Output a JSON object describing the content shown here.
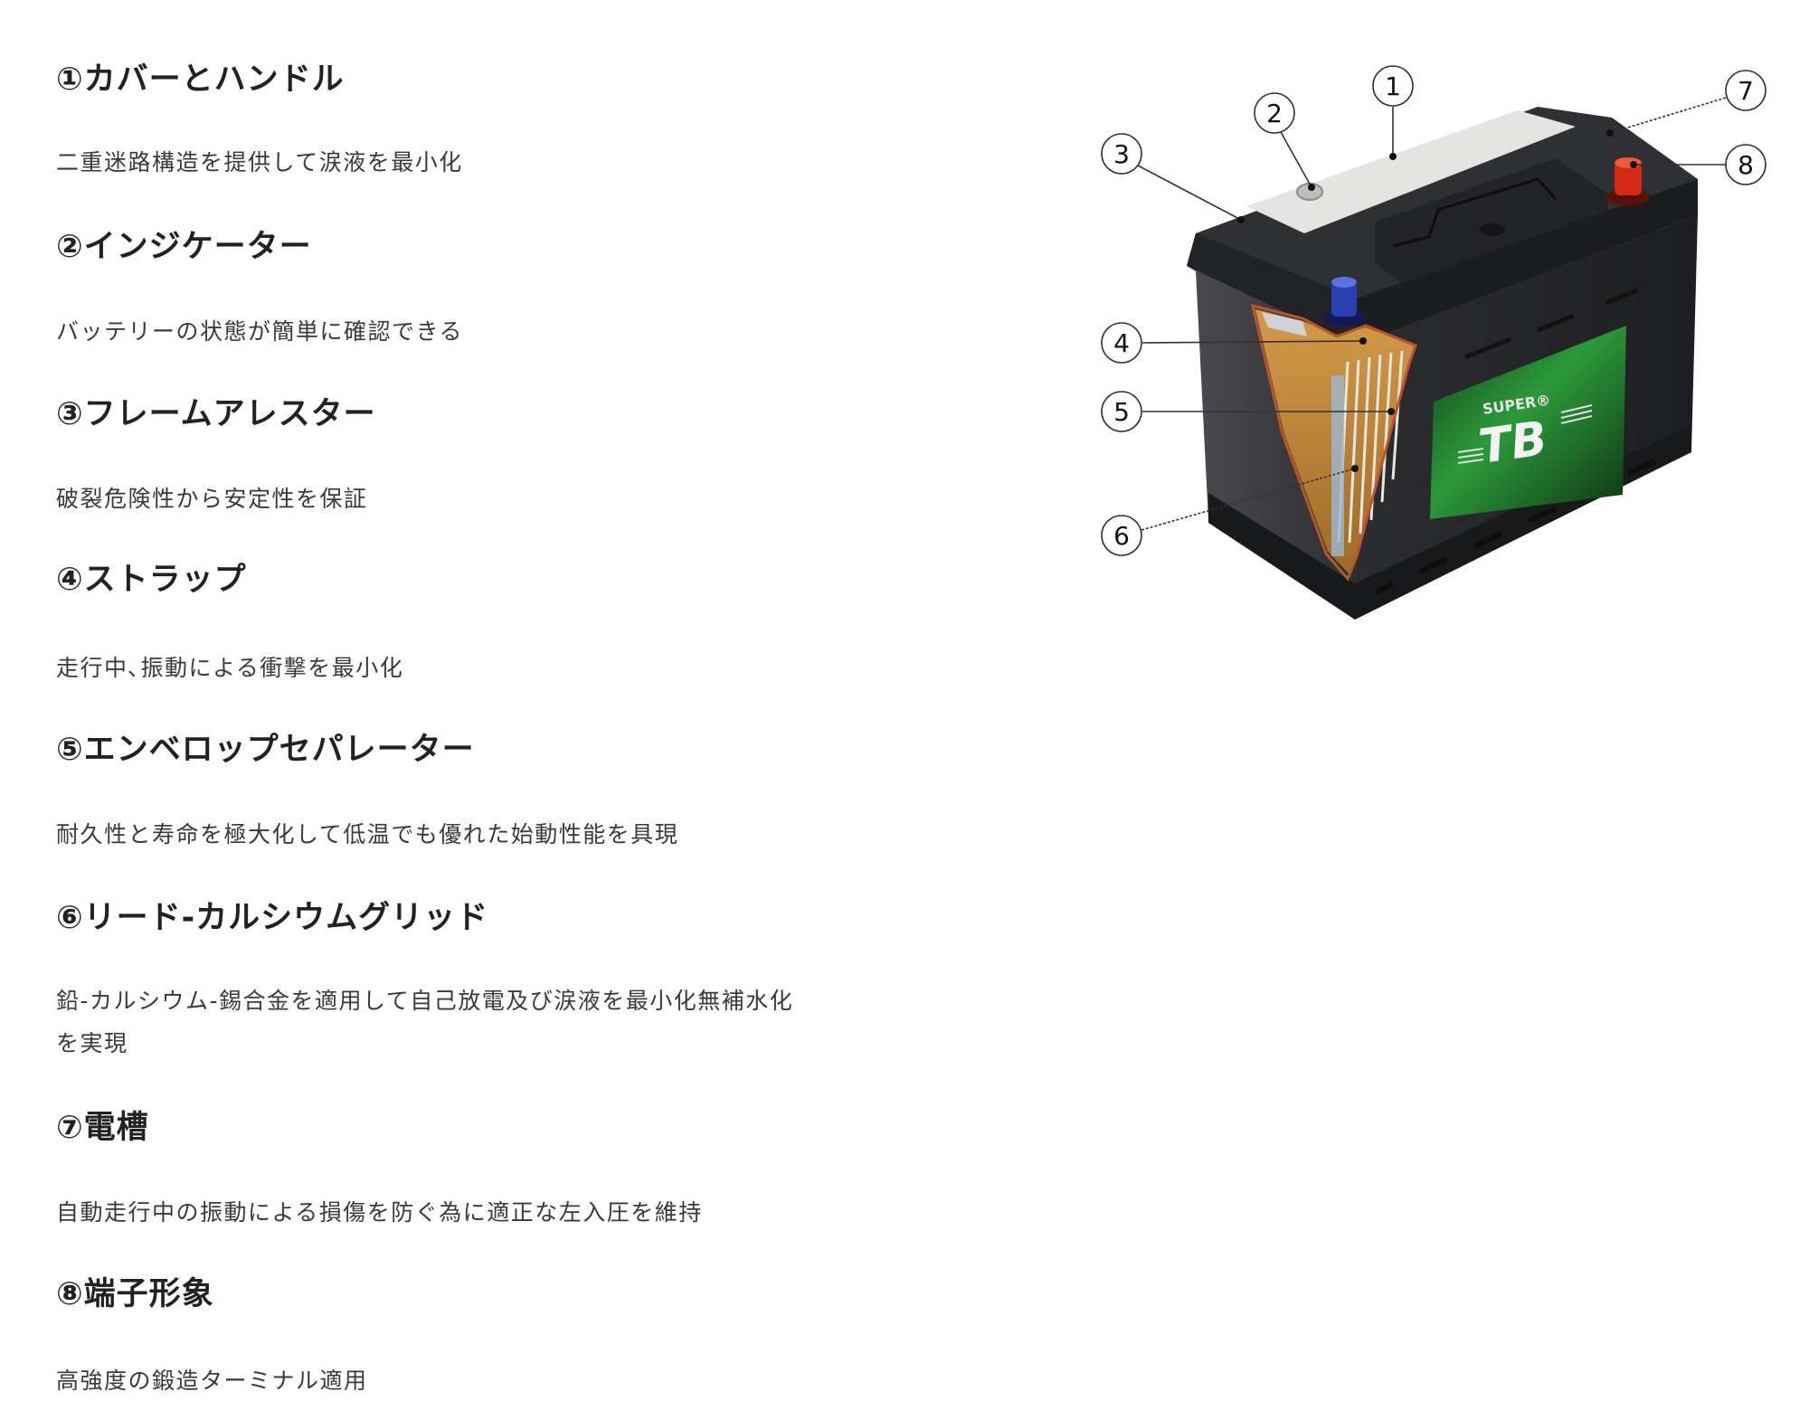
{
  "features": [
    {
      "number": "①",
      "title": "①カバーとハンドル",
      "description": "二重迷路構造を提供して涙液を最小化"
    },
    {
      "number": "②",
      "title": "②インジケーター",
      "description": "バッテリーの状態が簡単に確認できる"
    },
    {
      "number": "③",
      "title": "③フレームアレスター",
      "description": "破裂危険性から安定性を保証"
    },
    {
      "number": "④",
      "title": "④ストラップ",
      "description": "走行中､振動による衝撃を最小化"
    },
    {
      "number": "⑤",
      "title": "⑤エンベロップセパレーター",
      "description": "耐久性と寿命を極大化して低温でも優れた始動性能を具現"
    },
    {
      "number": "⑥",
      "title": "⑥リード-カルシウムグリッド",
      "description_lines": [
        "鉛-カルシウム-錫合金を適用して自己放電及び涙液を最小化無補水化",
        "を実現"
      ]
    },
    {
      "number": "⑦",
      "title": "⑦電槽",
      "description": "自動走行中の振動による損傷を防ぐ為に適正な左入圧を維持"
    },
    {
      "number": "⑧",
      "title": "⑧端子形象",
      "description": "高強度の鍛造ターミナル適用"
    }
  ],
  "diagram": {
    "subject": "automotive battery cutaway",
    "brand_label": {
      "line1": "SUPER®",
      "line2": "TB"
    },
    "callouts": [
      "1",
      "2",
      "3",
      "4",
      "5",
      "6",
      "7",
      "8"
    ],
    "colors": {
      "case": "#2a2b2d",
      "lid_panel": "#e4e4e2",
      "label_green": "#1f7a2e",
      "negative_cap": "#2a3fb0",
      "positive_cap": "#d22a14",
      "cutaway_outline": "#b8562a",
      "plate": "#c48a3c"
    }
  }
}
